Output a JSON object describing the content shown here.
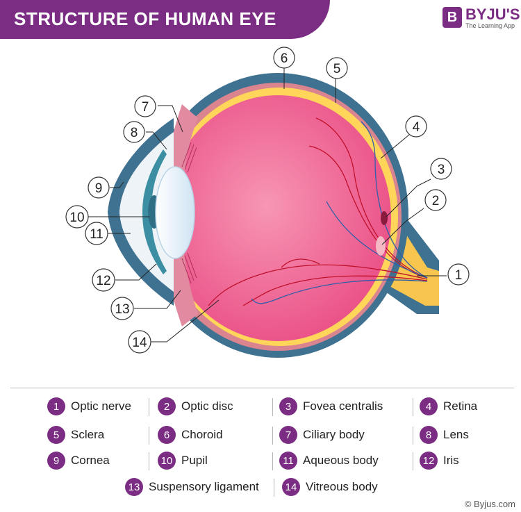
{
  "header": {
    "title": "STRUCTURE OF HUMAN EYE"
  },
  "brand": {
    "logo_letter": "B",
    "name": "BYJU'S",
    "tagline": "The Learning App",
    "color": "#7b2d83"
  },
  "colors": {
    "sclera": "#3f7191",
    "choroid": "#d9848f",
    "retina": "#ffd65a",
    "vitreous": "#ef5f8f",
    "lens": "#e6f2fb",
    "cornea": "#d7e6ef",
    "iris": "#3c8fa3",
    "optic_nerve": "#f8c64e"
  },
  "legend": [
    {
      "num": "1",
      "label": "Optic nerve"
    },
    {
      "num": "2",
      "label": "Optic disc"
    },
    {
      "num": "3",
      "label": "Fovea centralis"
    },
    {
      "num": "4",
      "label": "Retina"
    },
    {
      "num": "5",
      "label": "Sclera"
    },
    {
      "num": "6",
      "label": "Choroid"
    },
    {
      "num": "7",
      "label": "Ciliary body"
    },
    {
      "num": "8",
      "label": "Lens"
    },
    {
      "num": "9",
      "label": "Cornea"
    },
    {
      "num": "10",
      "label": "Pupil"
    },
    {
      "num": "11",
      "label": "Aqueous body"
    },
    {
      "num": "12",
      "label": "Iris"
    },
    {
      "num": "13",
      "label": "Suspensory ligament"
    },
    {
      "num": "14",
      "label": "Vitreous body"
    }
  ],
  "callouts": [
    "1",
    "2",
    "3",
    "4",
    "5",
    "6",
    "7",
    "8",
    "9",
    "10",
    "11",
    "12",
    "13",
    "14"
  ],
  "footer": {
    "copyright": "© Byjus.com"
  }
}
